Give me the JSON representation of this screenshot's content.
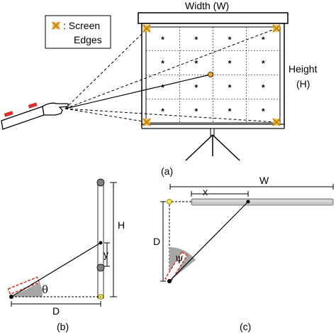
{
  "legend": {
    "marker_label_line1": ": Screen",
    "marker_label_line2": "Edges"
  },
  "panel_a": {
    "width_label": "Width (W)",
    "height_label_line1": "Height",
    "height_label_line2": "(H)",
    "caption": "(a)",
    "grid_cols": 4,
    "grid_rows": 4,
    "dot_symbol": "*"
  },
  "panel_b": {
    "caption": "(b)",
    "h_label": "H",
    "y_label": "y",
    "theta_label": "θ",
    "d_label": "D"
  },
  "panel_c": {
    "caption": "(c)",
    "w_label": "W",
    "x_label": "x",
    "d_label": "D",
    "psi_label": "ψ"
  },
  "colors": {
    "marker_fill": "#f5c24a",
    "marker_stroke": "#c08a12",
    "laser_red": "#d9302b",
    "laser_green": "#6aa84f",
    "wedge_gray": "#a6a6a6",
    "bar_gray": "#c9c9c9",
    "line": "#000000"
  }
}
